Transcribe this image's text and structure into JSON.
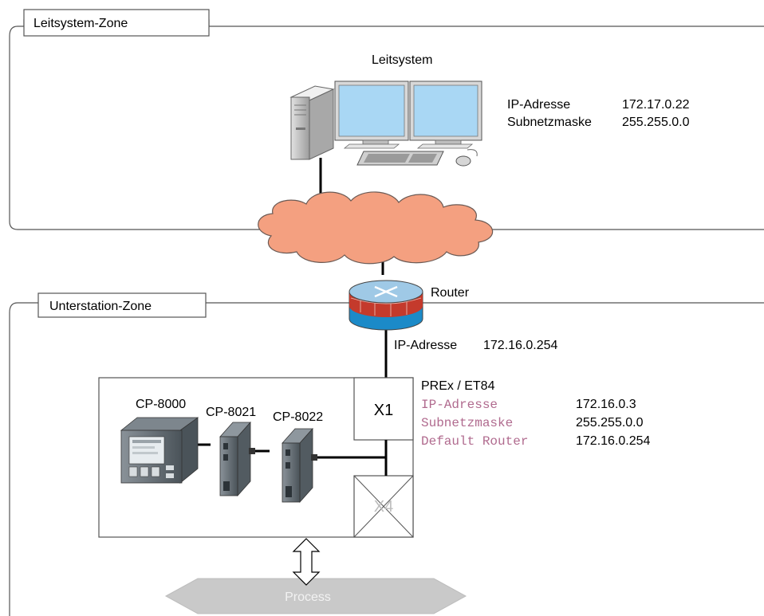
{
  "zones": {
    "control": {
      "title": "Leitsystem-Zone"
    },
    "substation": {
      "title": "Unterstation-Zone"
    }
  },
  "control_system": {
    "title": "Leitsystem",
    "ip_label": "IP-Adresse",
    "ip_value": "172.17.0.22",
    "mask_label": "Subnetzmaske",
    "mask_value": "255.255.0.0"
  },
  "router": {
    "title": "Router",
    "ip_label": "IP-Adresse",
    "ip_value": "172.16.0.254"
  },
  "prex": {
    "title": "PREx / ET84",
    "ip_label": "IP-Adresse",
    "ip_value": "172.16.0.3",
    "mask_label": "Subnetzmaske",
    "mask_value": "255.255.0.0",
    "router_label": "Default Router",
    "router_value": "172.16.0.254",
    "port_x1": "X1",
    "port_x4": "X4"
  },
  "devices": [
    "CP-8000",
    "CP-8021",
    "CP-8022"
  ],
  "process": {
    "label": "Process"
  },
  "colors": {
    "cloud": "#f4a080",
    "router_top": "#9fc9e6",
    "router_side": "#1b8ac8",
    "router_wall": "#c43a2c",
    "mono_text": "#b06a8e",
    "monitor_screen": "#a9d7f4",
    "process_fill": "#c9c9c9"
  }
}
